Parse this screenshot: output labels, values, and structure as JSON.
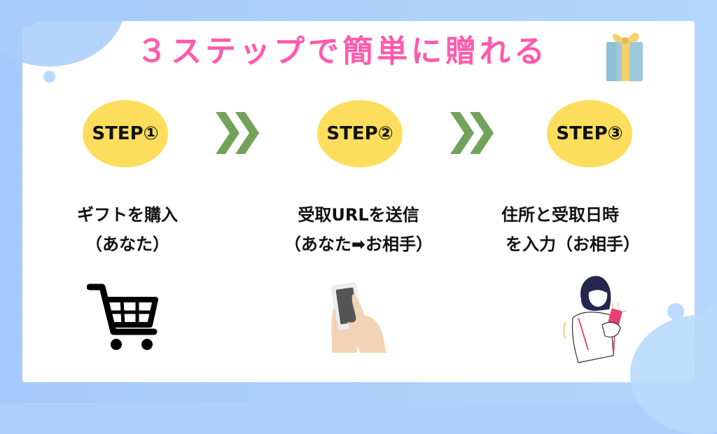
{
  "title": "３ステップで簡単に贈れる",
  "colors": {
    "title": "#ff5aab",
    "step_badge": "#fddd5c",
    "arrow": "#73a35a",
    "frame": "#acd0fb"
  },
  "steps": [
    {
      "badge": "STEP①",
      "line1": "ギフトを購入",
      "line2": "（あなた）",
      "icon": "shopping-cart-icon"
    },
    {
      "badge": "STEP②",
      "line1": "受取URLを送信",
      "line2": "（あなた➡お相手）",
      "icon": "hand-smartphone-icon"
    },
    {
      "badge": "STEP③",
      "line1": "住所と受取日時",
      "line2": "を入力（お相手）",
      "icon": "woman-smartphone-icon"
    }
  ],
  "decorations": {
    "gift_icon": "gift-box-icon",
    "arrows": [
      "double-chevron-right-icon",
      "double-chevron-right-icon"
    ]
  }
}
